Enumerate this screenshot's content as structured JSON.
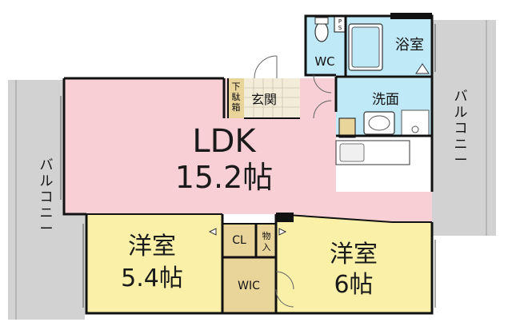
{
  "floorplan": {
    "rooms": {
      "ldk_name": "LDK",
      "ldk_size": "15.2帖",
      "western_left_name": "洋室",
      "western_left_size": "5.4帖",
      "western_right_name": "洋室",
      "western_right_size": "6帖",
      "bath": "浴室",
      "wc": "WC",
      "washroom": "洗面",
      "entrance": "玄関",
      "shoe_box_line1": "下",
      "shoe_box_line2": "駄",
      "shoe_box_line3": "箱",
      "closet": "CL",
      "storage_line1": "物",
      "storage_line2": "入",
      "walk_in_closet": "WIC",
      "pipe_space_line1": "P",
      "pipe_space_line2": "S"
    },
    "balconies": {
      "left_line1": "バ",
      "left_line2": "ル",
      "left_line3": "コ",
      "left_line4": "ニ",
      "left_line5": "ー",
      "right_line1": "バ",
      "right_line2": "ル",
      "right_line3": "コ",
      "right_line4": "ニ",
      "right_line5": "ー"
    },
    "colors": {
      "ldk": "#f7cfd4",
      "western": "#fbf0a8",
      "wet_area": "#bfe9f7",
      "entrance": "#f3ecd9",
      "closet": "#e9d49a",
      "balcony": "#d2d2d2",
      "wall": "#111111"
    }
  }
}
